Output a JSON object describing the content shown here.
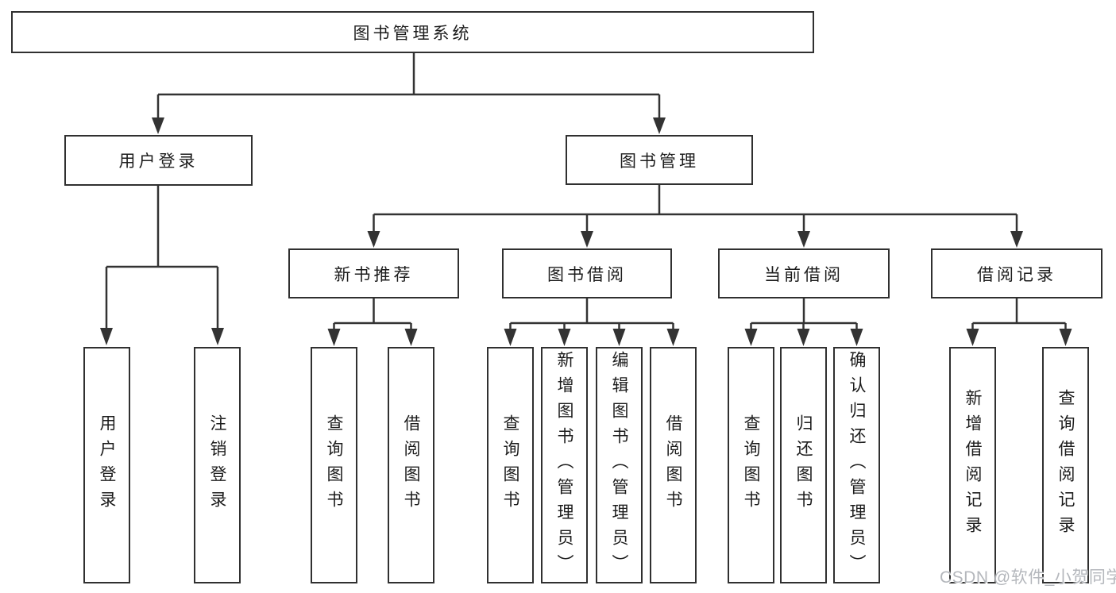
{
  "diagram": {
    "root": {
      "label": "图书管理系统"
    },
    "login_branch": {
      "label": "用户登录",
      "children": [
        {
          "label": "用户登录"
        },
        {
          "label": "注销登录"
        }
      ]
    },
    "management_branch": {
      "label": "图书管理",
      "sections": [
        {
          "label": "新书推荐",
          "children": [
            {
              "label": "查询图书"
            },
            {
              "label": "借阅图书"
            }
          ]
        },
        {
          "label": "图书借阅",
          "children": [
            {
              "label": "查询图书"
            },
            {
              "label": "新增图书（管理员）"
            },
            {
              "label": "编辑图书（管理员）"
            },
            {
              "label": "借阅图书"
            }
          ]
        },
        {
          "label": "当前借阅",
          "children": [
            {
              "label": "查询图书"
            },
            {
              "label": "归还图书"
            },
            {
              "label": "确认归还（管理员）"
            }
          ]
        },
        {
          "label": "借阅记录",
          "children": [
            {
              "label": "新增借阅记录"
            },
            {
              "label": "查询借阅记录"
            }
          ]
        }
      ]
    },
    "watermark": "CSDN @软件_小贺同学"
  },
  "colors": {
    "line": "#333333",
    "text": "#1c1c1c",
    "background": "#ffffff",
    "watermark": "#b4b7bc"
  }
}
